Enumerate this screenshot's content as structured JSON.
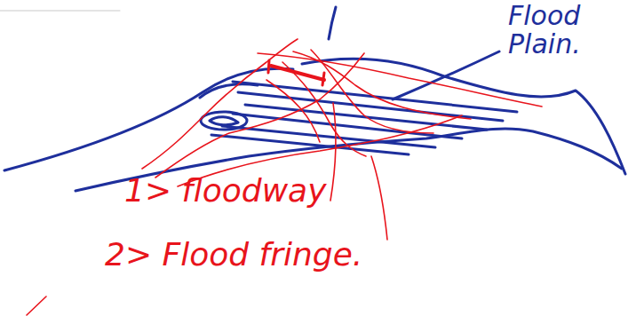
{
  "diagram": {
    "labels": [
      "Flood Plain.",
      "1> floodway",
      "2> Flood fringe."
    ]
  }
}
